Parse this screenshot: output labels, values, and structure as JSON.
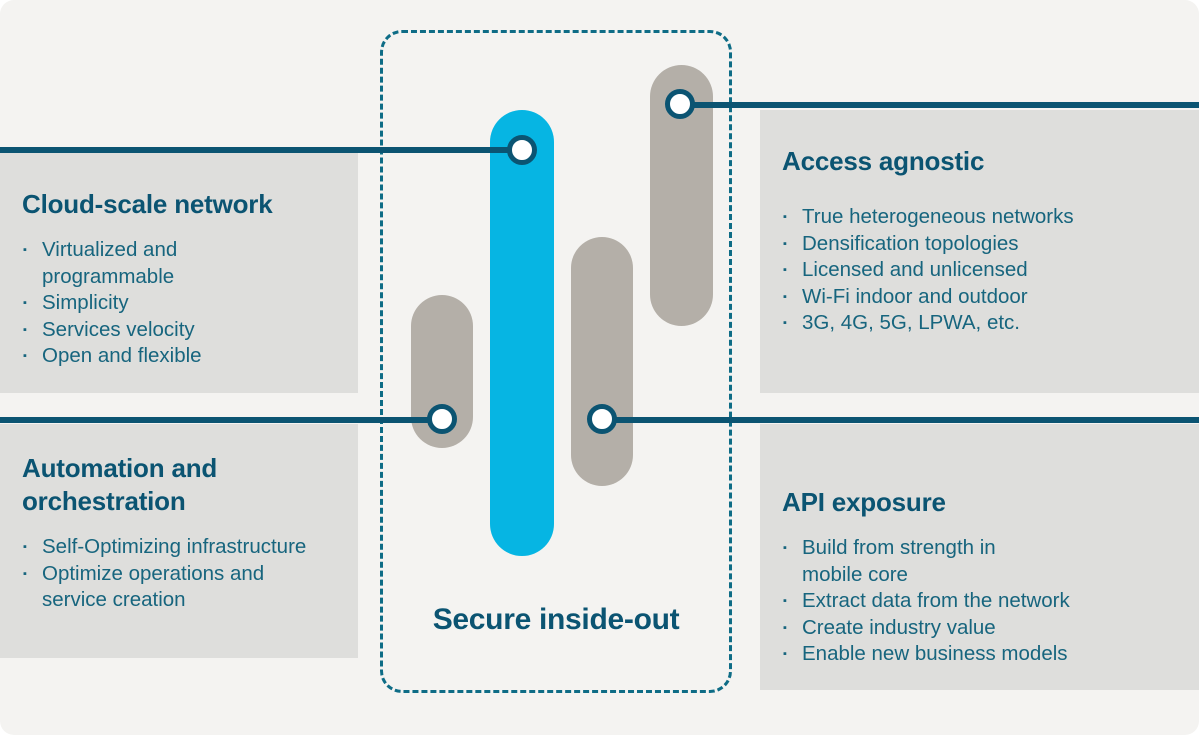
{
  "colors": {
    "background": "#f4f3f1",
    "panel_bg": "#dededc",
    "heading": "#0b5472",
    "body_text": "#17657e",
    "line": "#0b5472",
    "pill_gray": "#b4afa8",
    "pill_blue": "#06b5e3",
    "dashed_border": "#0e6c86",
    "node_fill": "#ffffff"
  },
  "center": {
    "caption": "Secure inside-out"
  },
  "panels": [
    {
      "id": "cloud-scale-network",
      "title": "Cloud-scale network",
      "bullets": [
        "Virtualized and\n programmable",
        "Simplicity",
        "Services velocity",
        "Open and flexible"
      ]
    },
    {
      "id": "automation-and-orchestration",
      "title": "Automation and orchestration",
      "bullets": [
        "Self-Optimizing infrastructure",
        "Optimize operations and\n service creation"
      ]
    },
    {
      "id": "access-agnostic",
      "title": "Access agnostic",
      "bullets": [
        "True heterogeneous networks",
        "Densification topologies",
        "Licensed and unlicensed",
        "Wi-Fi indoor and outdoor",
        "3G, 4G, 5G, LPWA, etc."
      ]
    },
    {
      "id": "api-exposure",
      "title": "API exposure",
      "bullets": [
        "Build from strength in\n mobile core",
        "Extract data from the network",
        "Create industry value",
        "Enable new business models"
      ]
    }
  ]
}
